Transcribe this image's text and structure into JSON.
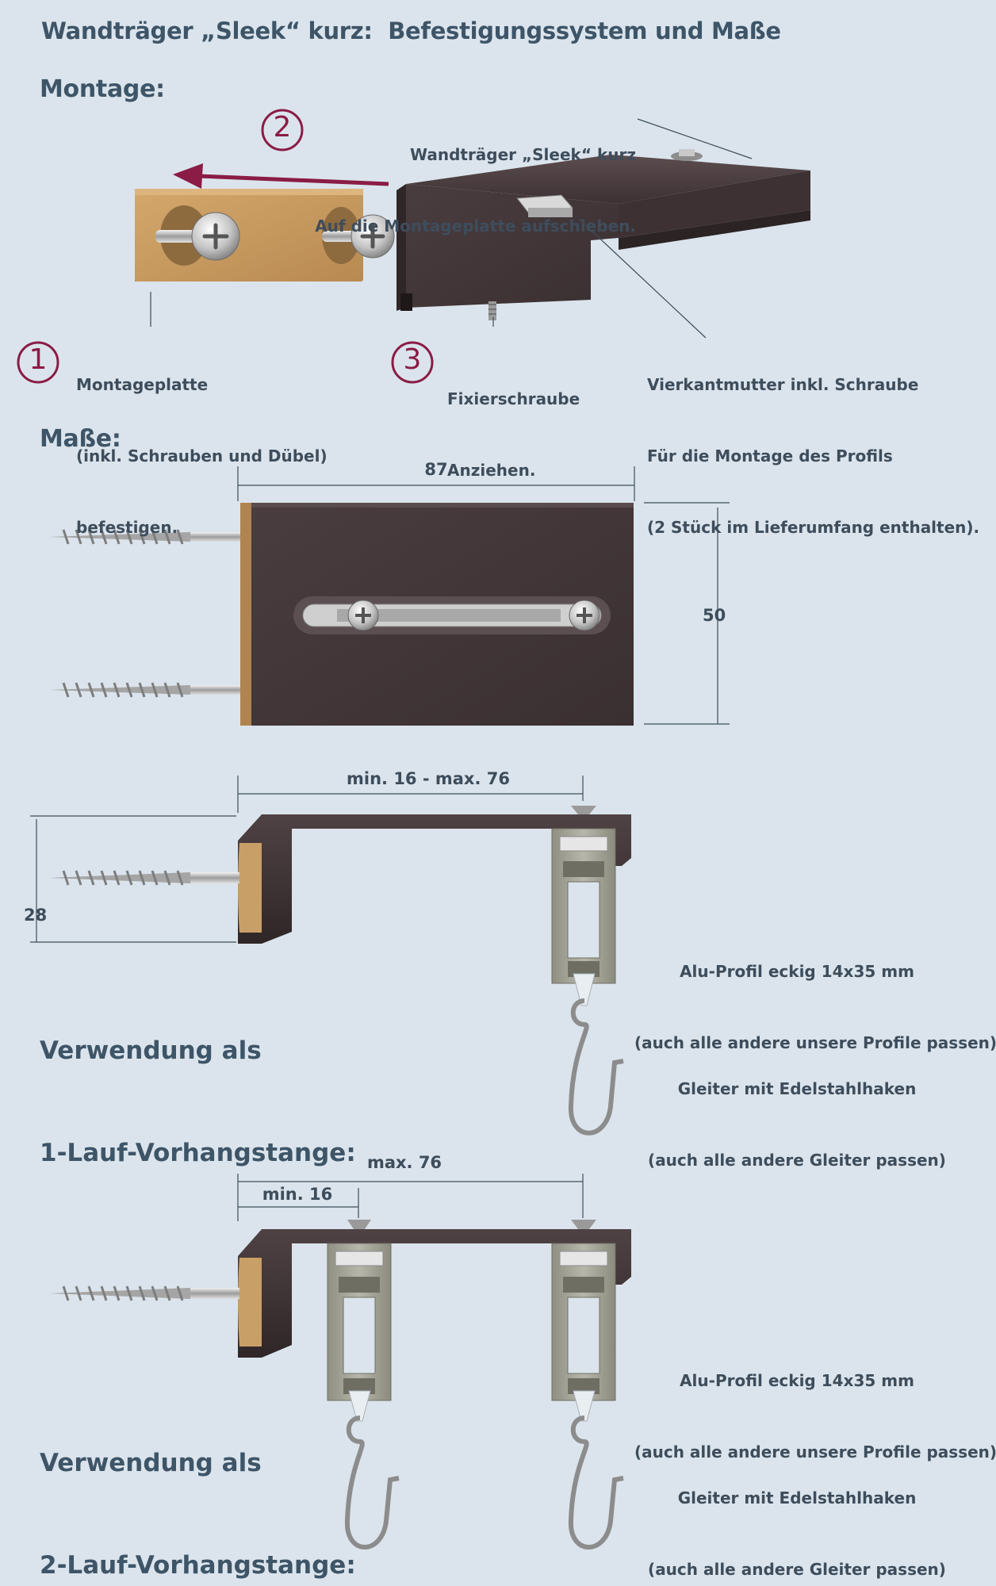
{
  "header": {
    "title": "Wandträger „Sleek“ kurz:  Befestigungssystem und Maße"
  },
  "montage": {
    "heading": "Montage:",
    "step1": {
      "number": "1",
      "lines": [
        "Montageplatte",
        "(inkl. Schrauben und Dübel)",
        "befestigen."
      ]
    },
    "step2": {
      "number": "2",
      "lines": [
        "Wandträger „Sleek“ kurz",
        "Auf die Montageplatte aufschieben."
      ]
    },
    "step3": {
      "number": "3",
      "lines": [
        "Fixierschraube",
        "Anziehen."
      ]
    },
    "nut_note": {
      "lines": [
        "Vierkantmutter inkl. Schraube",
        "Für die Montage des Profils",
        "(2 Stück im Lieferumfang enthalten)."
      ]
    }
  },
  "masse": {
    "heading": "Maße:",
    "width": "87",
    "height": "50"
  },
  "one_track": {
    "range": "min. 16 - max. 76",
    "depth": "28",
    "heading_lines": [
      "Verwendung als",
      "1-Lauf-Vorhangstange:"
    ],
    "profile_lines": [
      "Alu-Profil eckig 14x35 mm",
      "(auch alle andere unsere Profile passen)"
    ],
    "glider_lines": [
      "Gleiter mit Edelstahlhaken",
      "(auch alle andere Gleiter passen)"
    ]
  },
  "two_track": {
    "max": "max. 76",
    "min": "min. 16",
    "heading_lines": [
      "Verwendung als",
      "2-Lauf-Vorhangstange:"
    ],
    "profile_lines": [
      "Alu-Profil eckig 14x35 mm",
      "(auch alle andere unsere Profile passen)"
    ],
    "glider_lines": [
      "Gleiter mit Edelstahlhaken",
      "(auch alle andere Gleiter passen)"
    ]
  },
  "colors": {
    "background": "#dbe4ec",
    "text": "#3e5568",
    "bracket": "#4a3c3e",
    "plate": "#c79a5e",
    "accent": "#8a1c45",
    "profile": "#9a9a8c"
  }
}
